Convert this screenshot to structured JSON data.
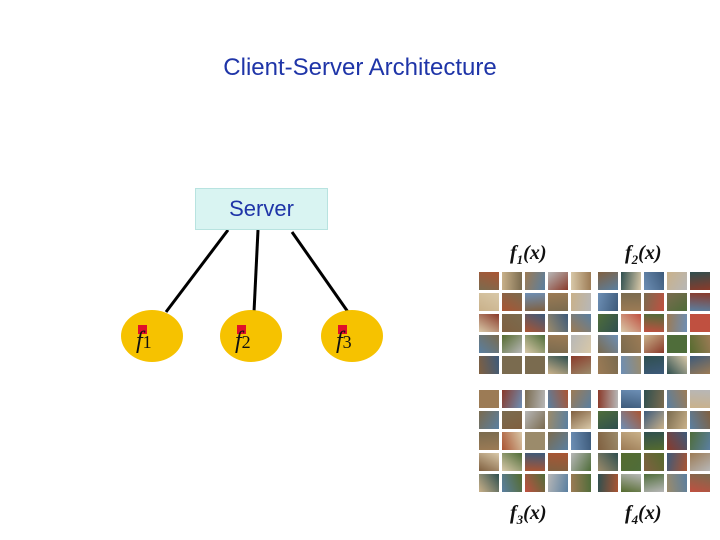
{
  "title": "Client-Server Architecture",
  "server": {
    "label": "Server"
  },
  "clients": [
    {
      "id": "client-1",
      "name": "f",
      "sub": "1"
    },
    {
      "id": "client-2",
      "name": "f",
      "sub": "2"
    },
    {
      "id": "client-3",
      "name": "f",
      "sub": "3"
    }
  ],
  "functions": [
    {
      "id": "f1",
      "base": "f",
      "sub": "1",
      "arg": "(x)"
    },
    {
      "id": "f2",
      "base": "f",
      "sub": "2",
      "arg": "(x)"
    },
    {
      "id": "f3",
      "base": "f",
      "sub": "3",
      "arg": "(x)"
    },
    {
      "id": "f4",
      "base": "f",
      "sub": "4",
      "arg": "(x)"
    }
  ],
  "colors": {
    "title": "#1f35a8",
    "server_bg": "#d9f4f2",
    "client": "#f6c200",
    "marker": "#e0102a"
  }
}
